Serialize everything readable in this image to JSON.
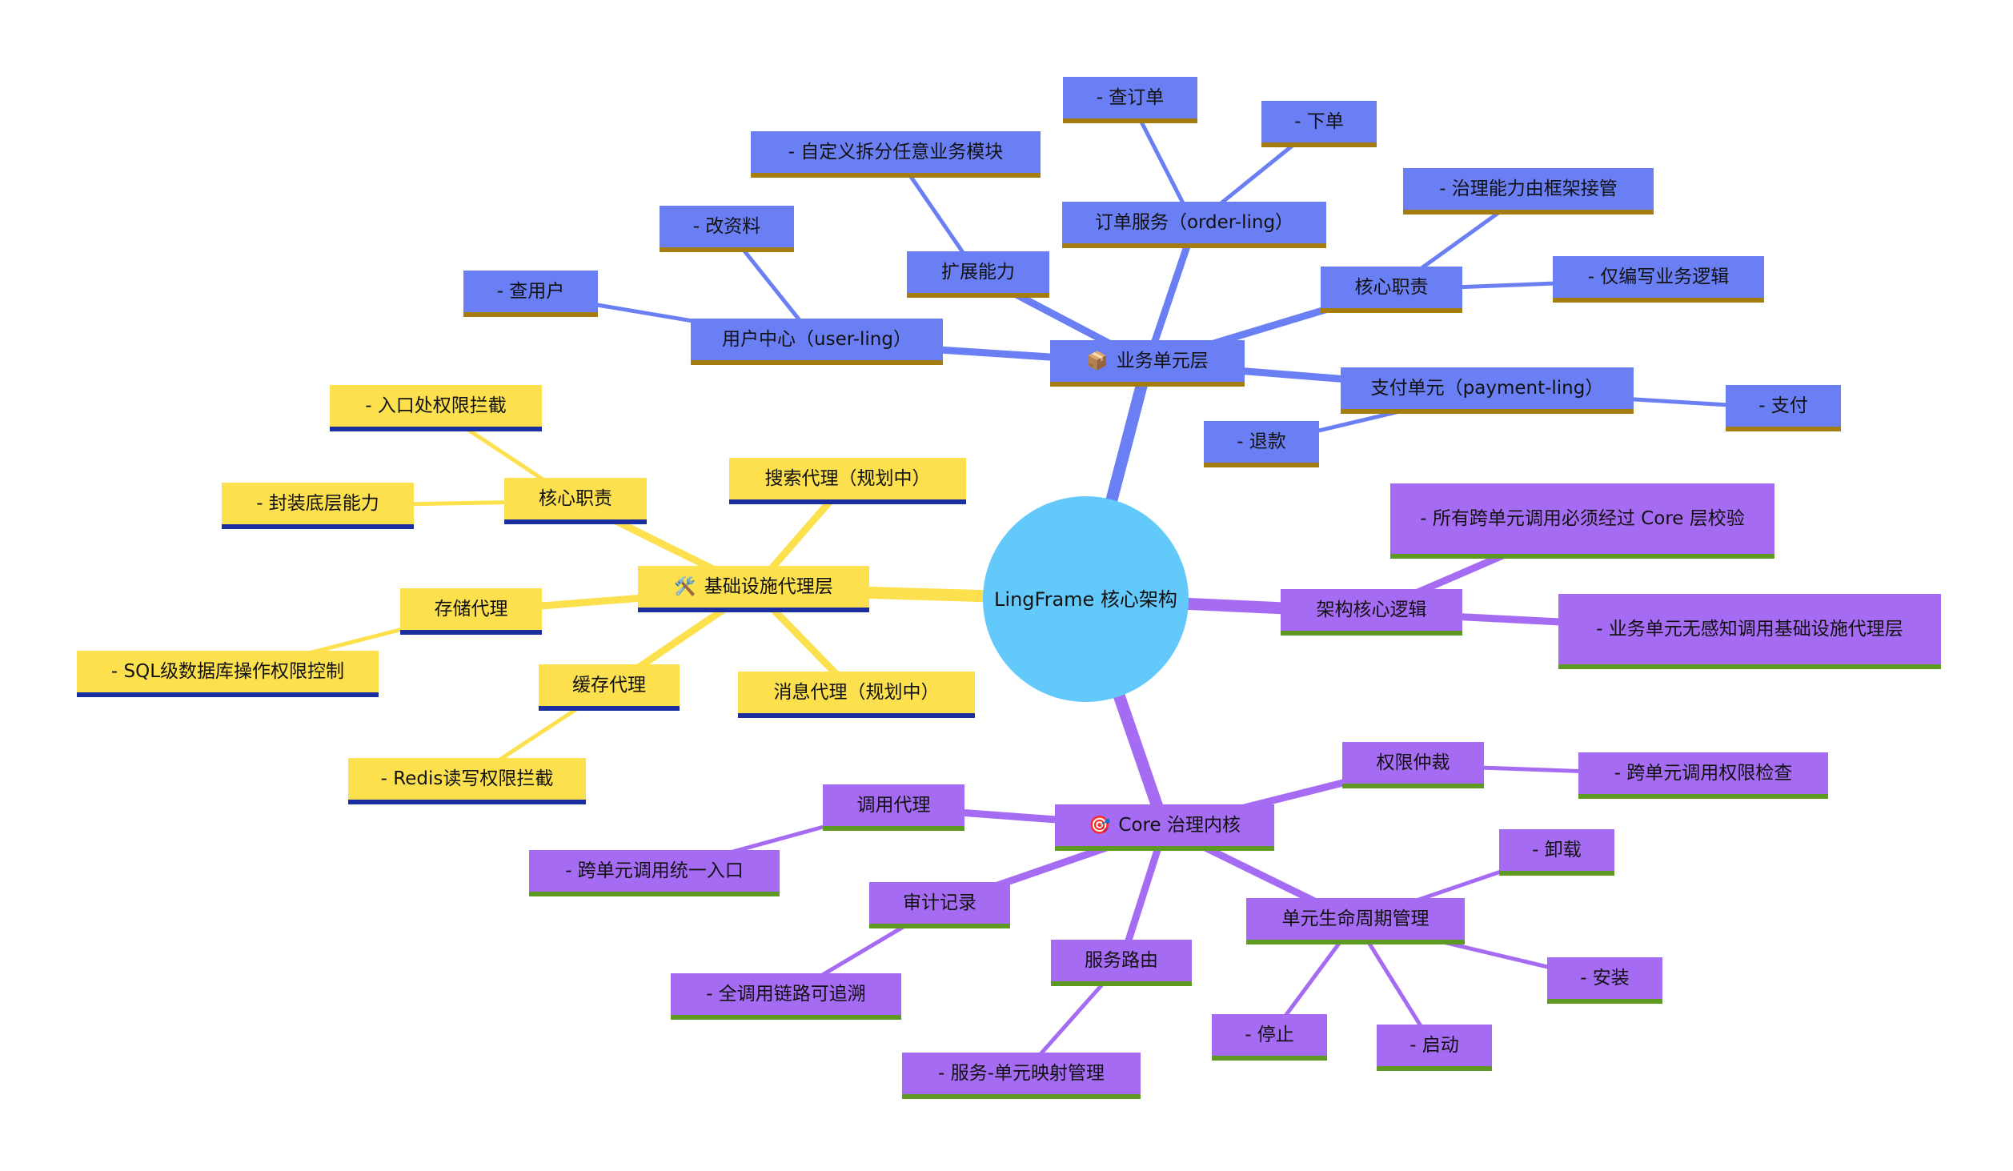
{
  "center": {
    "label": "LingFrame 核心架构",
    "color": "#62c9fa"
  },
  "colors": {
    "business": "#6b7ff5",
    "business_accent": "#a47c10",
    "infra": "#fce04e",
    "infra_accent": "#1a2ea0",
    "core": "#a66bf3",
    "core_accent": "#5e9a22"
  },
  "branches": {
    "business": {
      "icon": "📦",
      "label": "业务单元层",
      "user_center": {
        "label": "用户中心（user-ling）",
        "children": [
          "- 查用户",
          "- 改资料"
        ]
      },
      "extension": {
        "label": "扩展能力",
        "children": [
          "- 自定义拆分任意业务模块"
        ]
      },
      "order": {
        "label": "订单服务（order-ling）",
        "children": [
          "- 查订单",
          "- 下单"
        ]
      },
      "duty": {
        "label": "核心职责",
        "children": [
          "- 治理能力由框架接管",
          "- 仅编写业务逻辑"
        ]
      },
      "payment": {
        "label": "支付单元（payment-ling）",
        "children": [
          "- 支付",
          "- 退款"
        ]
      }
    },
    "infra": {
      "icon": "🛠️",
      "label": "基础设施代理层",
      "duty": {
        "label": "核心职责",
        "children": [
          "- 入口处权限拦截",
          "- 封装底层能力"
        ]
      },
      "storage": {
        "label": "存储代理",
        "children": [
          "- SQL级数据库操作权限控制"
        ]
      },
      "cache": {
        "label": "缓存代理",
        "children": [
          "- Redis读写权限拦截"
        ]
      },
      "search": {
        "label": "搜索代理（规划中）"
      },
      "message": {
        "label": "消息代理（规划中）"
      }
    },
    "logic": {
      "label": "架构核心逻辑",
      "children": [
        "- 所有跨单元调用必须经过 Core 层校验",
        "- 业务单元无感知调用基础设施代理层"
      ]
    },
    "core": {
      "icon": "🎯",
      "label": "Core 治理内核",
      "arbitration": {
        "label": "权限仲裁",
        "children": [
          "- 跨单元调用权限检查"
        ]
      },
      "proxy": {
        "label": "调用代理",
        "children": [
          "- 跨单元调用统一入口"
        ]
      },
      "audit": {
        "label": "审计记录",
        "children": [
          "- 全调用链路可追溯"
        ]
      },
      "routing": {
        "label": "服务路由",
        "children": [
          "- 服务-单元映射管理"
        ]
      },
      "lifecycle": {
        "label": "单元生命周期管理",
        "children": [
          "- 卸载",
          "- 安装",
          "- 启动",
          "- 停止"
        ]
      }
    }
  }
}
